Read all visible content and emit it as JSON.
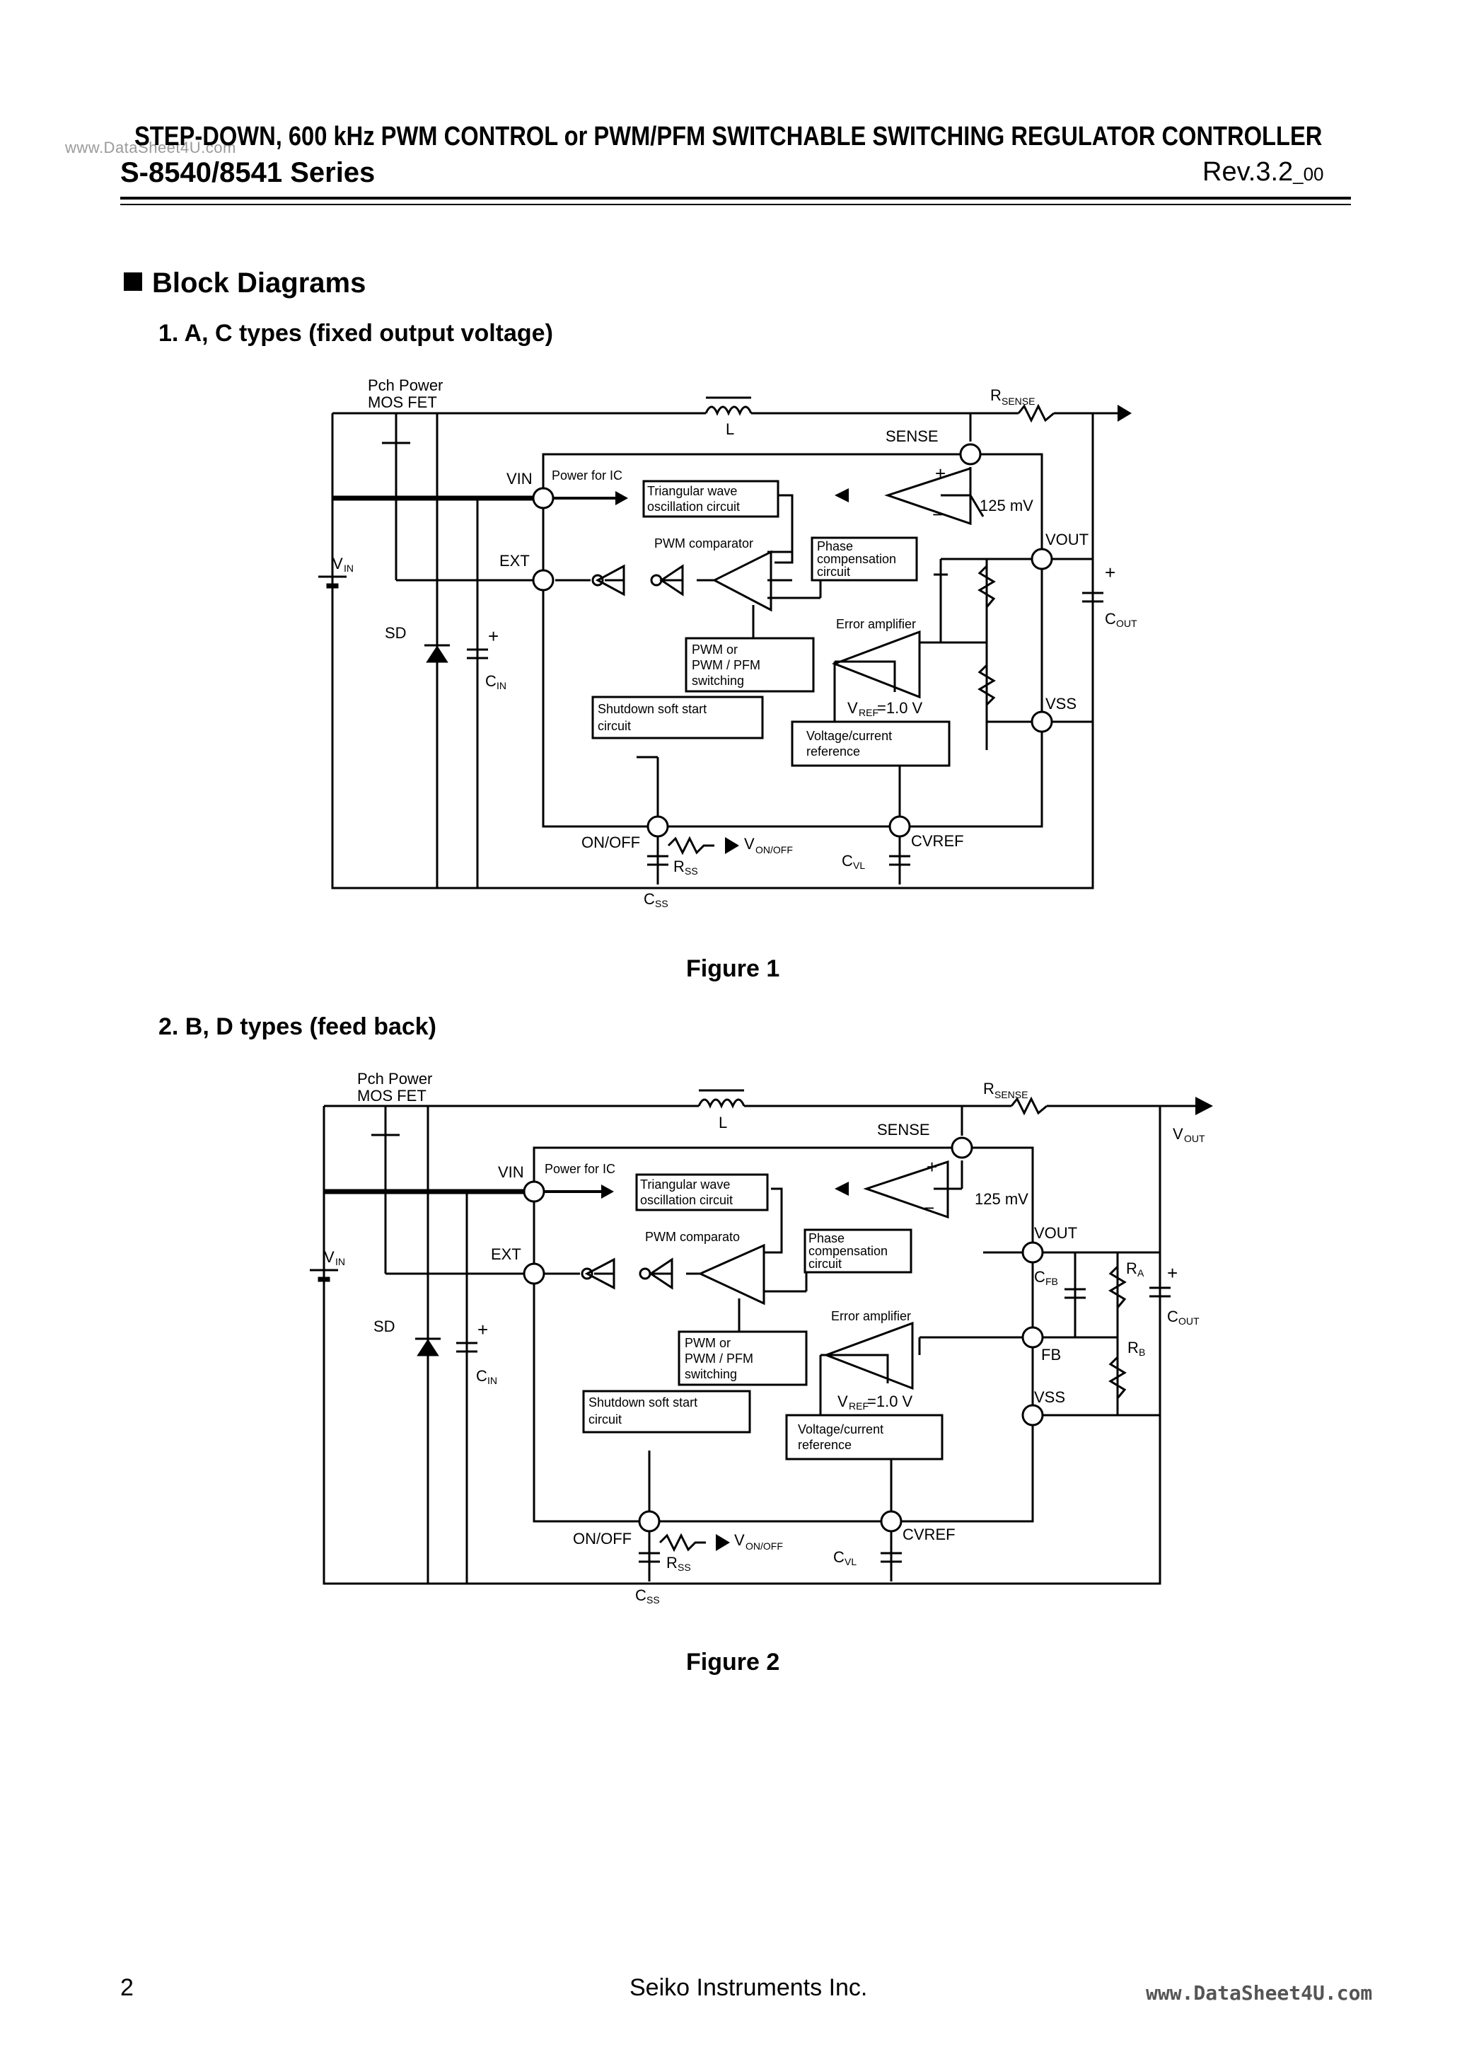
{
  "header": {
    "watermark_top": "www.DataSheet4U.com",
    "title": "STEP-DOWN, 600 kHz PWM CONTROL or PWM/PFM SWITCHABLE SWITCHING REGULATOR CONTROLLER",
    "series": "S-8540/8541 Series",
    "rev": "Rev.3.2",
    "rev_suffix": "_00"
  },
  "section": {
    "title": "Block Diagrams"
  },
  "figure1": {
    "heading": "1.   A, C types (fixed output voltage)",
    "caption": "Figure 1",
    "labels": {
      "pch": "Pch Power",
      "mosfet": "MOS FET",
      "inductor": "L",
      "rsense": "R",
      "rsense_sub": "SENSE",
      "sense": "SENSE",
      "vin": "VIN",
      "power_for_ic": "Power for IC",
      "tri_wave_1": "Triangular wave",
      "tri_wave_2": "oscillation circuit",
      "mv": "125 mV",
      "ext": "EXT",
      "pwm_comp": "PWM comparator",
      "phase_1": "Phase",
      "phase_2": "compensation",
      "phase_3": "circuit",
      "vout": "VOUT",
      "vin_src": "V",
      "vin_src_sub": "IN",
      "cout": "C",
      "cout_sub": "OUT",
      "err_amp": "Error amplifier",
      "sd": "SD",
      "pwm_pfm_1": "PWM or",
      "pwm_pfm_2": "PWM / PFM",
      "pwm_pfm_3": "switching",
      "cin": "C",
      "cin_sub": "IN",
      "vref": "V",
      "vref_sub": "REF",
      "vref_val": "=1.0 V",
      "shutdown_1": "Shutdown soft start",
      "shutdown_2": "circuit",
      "vss": "VSS",
      "volt_ref_1": "Voltage/current",
      "volt_ref_2": "reference",
      "onoff": "ON/OFF",
      "von": "V",
      "von_sub": "ON/OFF",
      "cvref": "CVREF",
      "rss": "R",
      "rss_sub": "SS",
      "cvl": "C",
      "cvl_sub": "VL",
      "css": "C",
      "css_sub": "SS",
      "plus": "+",
      "minus": "−"
    }
  },
  "figure2": {
    "heading": "2.   B, D types (feed back)",
    "caption": "Figure 2",
    "labels": {
      "pch": "Pch Power",
      "mosfet": "MOS FET",
      "inductor": "L",
      "rsense": "R",
      "rsense_sub": "SENSE",
      "sense": "SENSE",
      "vout_ext": "V",
      "vout_ext_sub": "OUT",
      "vin": "VIN",
      "power_for_ic": "Power for IC",
      "tri_wave_1": "Triangular wave",
      "tri_wave_2": "oscillation circuit",
      "mv": "125 mV",
      "ext": "EXT",
      "pwm_comp": "PWM comparato",
      "phase_1": "Phase",
      "phase_2": "compensation",
      "phase_3": "circuit",
      "vout": "VOUT",
      "vin_src": "V",
      "vin_src_sub": "IN",
      "cfb": "C",
      "cfb_sub": "FB",
      "ra": "R",
      "ra_sub": "A",
      "cout": "C",
      "cout_sub": "OUT",
      "err_amp": "Error amplifier",
      "sd": "SD",
      "fb": "FB",
      "rb": "R",
      "rb_sub": "B",
      "pwm_pfm_1": "PWM or",
      "pwm_pfm_2": "PWM / PFM",
      "pwm_pfm_3": "switching",
      "cin": "C",
      "cin_sub": "IN",
      "vref": "V",
      "vref_sub": "REF",
      "vref_val": "=1.0 V",
      "shutdown_1": "Shutdown soft start",
      "shutdown_2": "circuit",
      "vss": "VSS",
      "volt_ref_1": "Voltage/current",
      "volt_ref_2": "reference",
      "onoff": "ON/OFF",
      "von": "V",
      "von_sub": "ON/OFF",
      "cvref": "CVREF",
      "rss": "R",
      "rss_sub": "SS",
      "cvl": "C",
      "cvl_sub": "VL",
      "css": "C",
      "css_sub": "SS",
      "plus": "+",
      "minus": "−"
    }
  },
  "footer": {
    "page": "2",
    "company": "Seiko Instruments Inc.",
    "watermark": "www.DataSheet4U.com"
  }
}
